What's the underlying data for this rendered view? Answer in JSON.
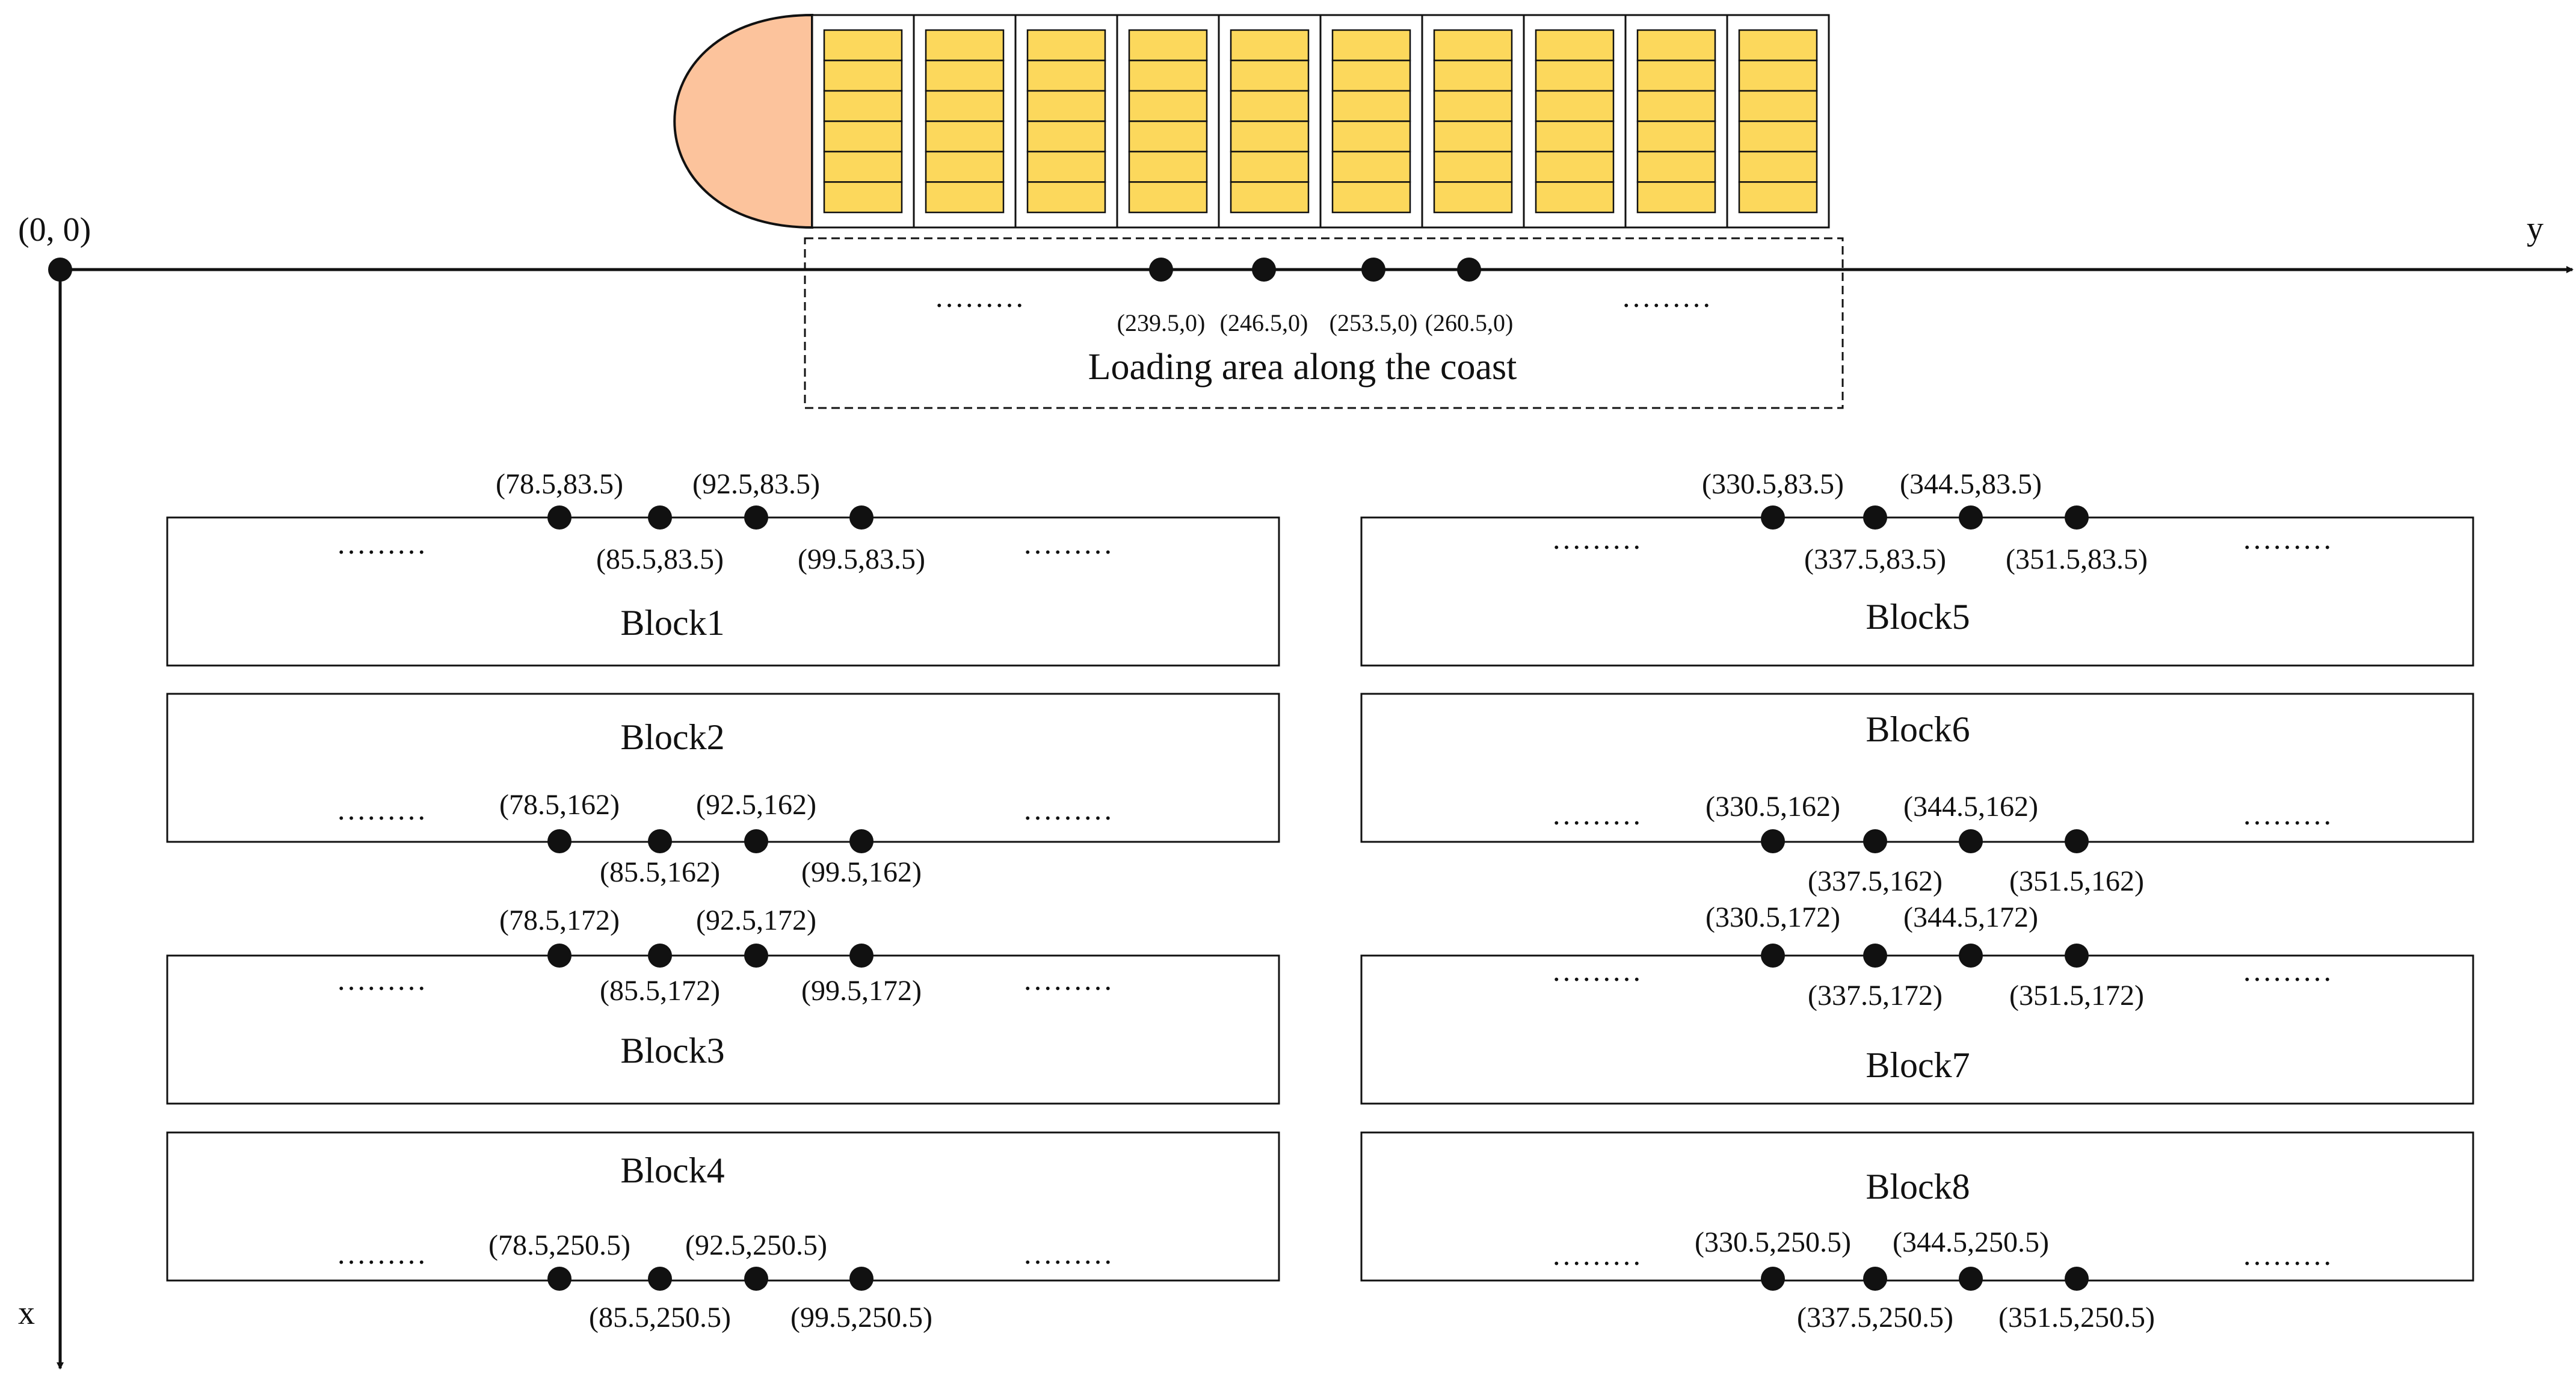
{
  "origin_label": "(0, 0)",
  "x_axis_label": "x",
  "y_axis_label": "y",
  "ellipsis": "………",
  "colors": {
    "ship_bow": "#FCC39C",
    "container": "#FCD85C",
    "ink": "#111111"
  },
  "ship": {
    "bays": 10,
    "container_rows": 6
  },
  "loading_area": {
    "label": "Loading area along the coast",
    "points": [
      "(239.5,0)",
      "(246.5,0)",
      "(253.5,0)",
      "(260.5,0)"
    ]
  },
  "blocks": [
    {
      "name": "Block1",
      "upper_labels": [
        "(78.5,83.5)",
        "(92.5,83.5)"
      ],
      "lower_labels": [
        "(85.5,83.5)",
        "(99.5,83.5)"
      ]
    },
    {
      "name": "Block2",
      "upper_labels": [
        "(78.5,162)",
        "(92.5,162)"
      ],
      "lower_labels": [
        "(85.5,162)",
        "(99.5,162)"
      ]
    },
    {
      "name": "Block3",
      "upper_labels": [
        "(78.5,172)",
        "(92.5,172)"
      ],
      "lower_labels": [
        "(85.5,172)",
        "(99.5,172)"
      ]
    },
    {
      "name": "Block4",
      "upper_labels": [
        "(78.5,250.5)",
        "(92.5,250.5)"
      ],
      "lower_labels": [
        "(85.5,250.5)",
        "(99.5,250.5)"
      ]
    },
    {
      "name": "Block5",
      "upper_labels": [
        "(330.5,83.5)",
        "(344.5,83.5)"
      ],
      "lower_labels": [
        "(337.5,83.5)",
        "(351.5,83.5)"
      ]
    },
    {
      "name": "Block6",
      "upper_labels": [
        "(330.5,162)",
        "(344.5,162)"
      ],
      "lower_labels": [
        "(337.5,162)",
        "(351.5,162)"
      ]
    },
    {
      "name": "Block7",
      "upper_labels": [
        "(330.5,172)",
        "(344.5,172)"
      ],
      "lower_labels": [
        "(337.5,172)",
        "(351.5,172)"
      ]
    },
    {
      "name": "Block8",
      "upper_labels": [
        "(330.5,250.5)",
        "(344.5,250.5)"
      ],
      "lower_labels": [
        "(337.5,250.5)",
        "(351.5,250.5)"
      ]
    }
  ]
}
